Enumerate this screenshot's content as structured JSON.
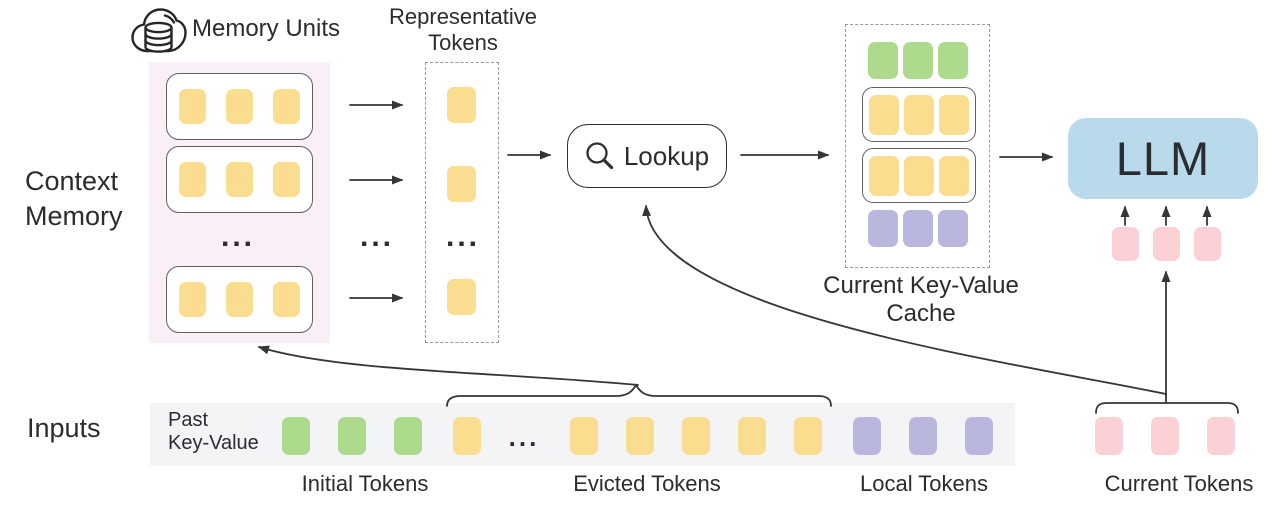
{
  "ellipsis": "...",
  "labels": {
    "memory_units": "Memory Units",
    "representative_line1": "Representative",
    "representative_line2": "Tokens",
    "context_line1": "Context",
    "context_line2": "Memory",
    "lookup": "Lookup",
    "cache_line1": "Current Key-Value",
    "cache_line2": "Cache",
    "llm": "LLM",
    "inputs": "Inputs",
    "past_kv_line1": "Past",
    "past_kv_line2": "Key-Value",
    "initial_tokens": "Initial Tokens",
    "evicted_tokens": "Evicted Tokens",
    "local_tokens": "Local Tokens",
    "current_tokens": "Current Tokens"
  },
  "colors": {
    "token_yellow": "#fbdd8f",
    "token_green": "#aeda8e",
    "token_purple": "#b9b7dd",
    "token_pink": "#fbd1d5",
    "llm_blue": "#b9daeb",
    "memory_bg": "#faeef7",
    "band_bg": "#f3f4f5",
    "ink": "#2b2b30",
    "line": "#36363a"
  },
  "icons": {
    "cloud_database": "cloud with database cylinder",
    "magnifier": "search magnifier"
  },
  "token_groups": {
    "memory_row_1": {
      "count": 3,
      "color": "yellow"
    },
    "memory_row_2": {
      "count": 3,
      "color": "yellow"
    },
    "memory_row_3": {
      "count": 3,
      "color": "yellow"
    },
    "representative_1": {
      "count": 1,
      "color": "yellow"
    },
    "representative_2": {
      "count": 1,
      "color": "yellow"
    },
    "representative_3": {
      "count": 1,
      "color": "yellow"
    },
    "cache_initial": {
      "count": 3,
      "color": "green"
    },
    "cache_unit_1": {
      "count": 3,
      "color": "yellow"
    },
    "cache_unit_2": {
      "count": 3,
      "color": "yellow"
    },
    "cache_local": {
      "count": 3,
      "color": "purple"
    },
    "llm_inputs": {
      "count": 3,
      "color": "pink"
    },
    "input_initial": {
      "count": 3,
      "color": "green"
    },
    "input_evicted_head": {
      "count": 1,
      "color": "yellow"
    },
    "input_evicted_tail": {
      "count": 5,
      "color": "yellow"
    },
    "input_local": {
      "count": 3,
      "color": "purple"
    },
    "input_current": {
      "count": 3,
      "color": "pink"
    }
  }
}
